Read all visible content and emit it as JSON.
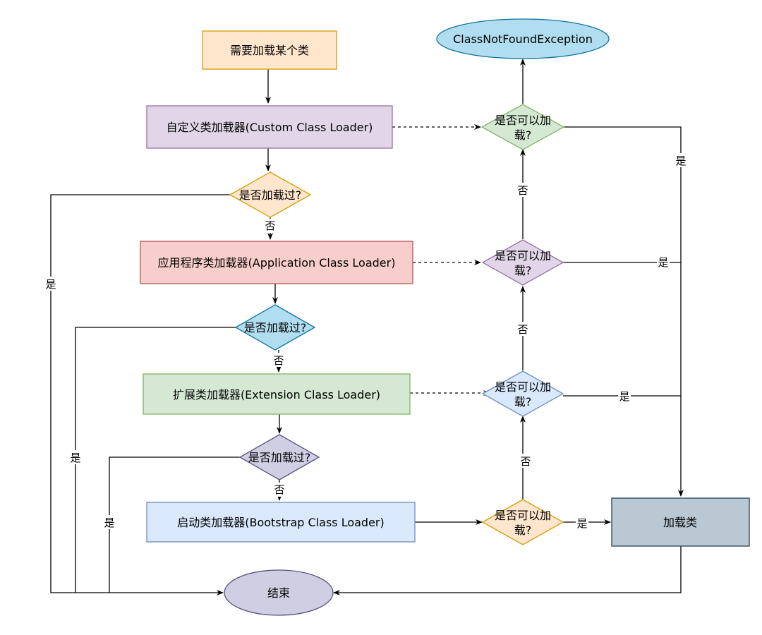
{
  "colors": {
    "orange_fill": "#ffe6cc",
    "orange_stroke": "#d79b00",
    "purple_fill": "#e1d5e7",
    "purple_stroke": "#9673a6",
    "red_fill": "#f8cecc",
    "red_stroke": "#b85450",
    "blue_fill": "#b1ddf0",
    "blue_stroke": "#10739e",
    "green_fill": "#d5e8d4",
    "green_stroke": "#82b366",
    "lightblue_fill": "#dae8fc",
    "lightblue_stroke": "#6c8ebf",
    "gray_fill": "#bac8d3",
    "gray_stroke": "#23445d",
    "ellipse_blue_fill": "#b1ddf0",
    "ellipse_blue_stroke": "#10739e",
    "ellipse_purple_fill": "#e1d5e7",
    "ellipse_purple_stroke": "#9673a6",
    "edge": "#000000"
  },
  "nodes": {
    "start": "需要加载某个类",
    "exception": "ClassNotFoundException",
    "custom_loader": "自定义类加载器(Custom Class Loader)",
    "app_loader": "应用程序类加载器(Application Class Loader)",
    "ext_loader": "扩展类加载器(Extension Class Loader)",
    "boot_loader": "启动类加载器(Bootstrap Class Loader)",
    "loaded_check_1": "是否加载过?",
    "loaded_check_2": "是否加载过?",
    "loaded_check_3": "是否加载过?",
    "can_load_custom_line1": "是否可以加",
    "can_load_custom_line2": "载?",
    "can_load_app_line1": "是否可以加",
    "can_load_app_line2": "载?",
    "can_load_ext_line1": "是否可以加",
    "can_load_ext_line2": "载?",
    "can_load_boot_line1": "是否可以加",
    "can_load_boot_line2": "载?",
    "load_class": "加载类",
    "end": "结束"
  },
  "edge_labels": {
    "yes": "是",
    "no": "否"
  }
}
